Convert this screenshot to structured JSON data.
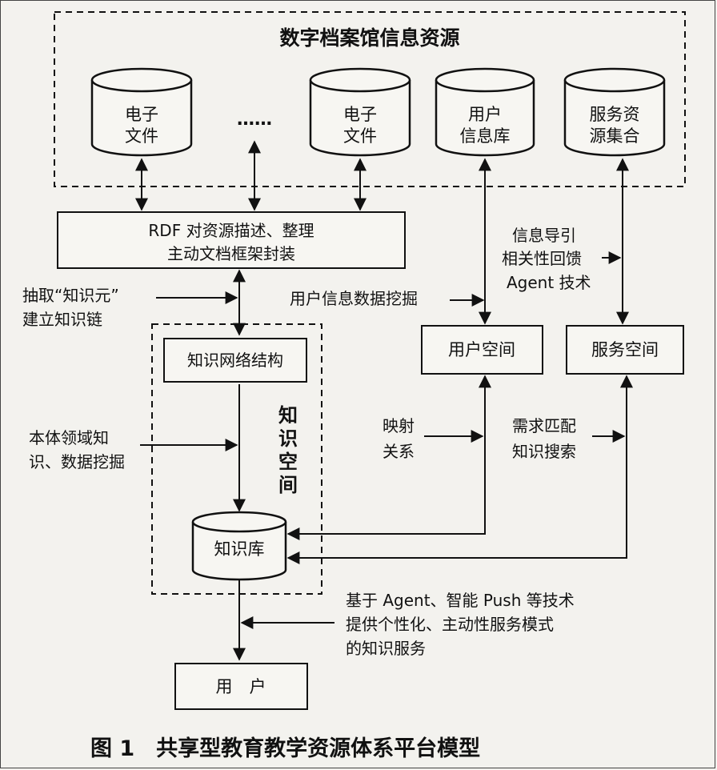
{
  "top_region": {
    "title": "数字档案馆信息资源"
  },
  "databases": [
    {
      "line1": "电子",
      "line2": "文件"
    },
    {
      "line1": "电子",
      "line2": "文件"
    },
    {
      "line1": "用户",
      "line2": "信息库"
    },
    {
      "line1": "服务资",
      "line2": "源集合"
    }
  ],
  "ellipsis": "……",
  "rdf_box": {
    "line1": "RDF 对资源描述、整理",
    "line2": "主动文档框架封装"
  },
  "extract_label": {
    "line1": "抽取“知识元”",
    "line2": "建立知识链"
  },
  "knowledge_network": "知识网络结构",
  "knowledge_space": [
    "知",
    "识",
    "空",
    "间"
  ],
  "ontology_label": {
    "line1": "本体领域知",
    "line2": "识、数据挖掘"
  },
  "knowledge_base": "知识库",
  "user_mining_label": "用户信息数据挖掘",
  "info_guide_label": {
    "line1": "信息导引",
    "line2": "相关性回馈",
    "line3": "Agent 技术"
  },
  "user_space": "用户空间",
  "service_space": "服务空间",
  "mapping_label": {
    "line1": "映射",
    "line2": "关系"
  },
  "matching_label": {
    "line1": "需求匹配",
    "line2": "知识搜索"
  },
  "service_label": {
    "line1": "基于 Agent、智能 Push 等技术",
    "line2": "提供个性化、主动性服务模式",
    "line3": "的知识服务"
  },
  "user": "用　户",
  "caption": "图 1　共享型教育教学资源体系平台模型"
}
